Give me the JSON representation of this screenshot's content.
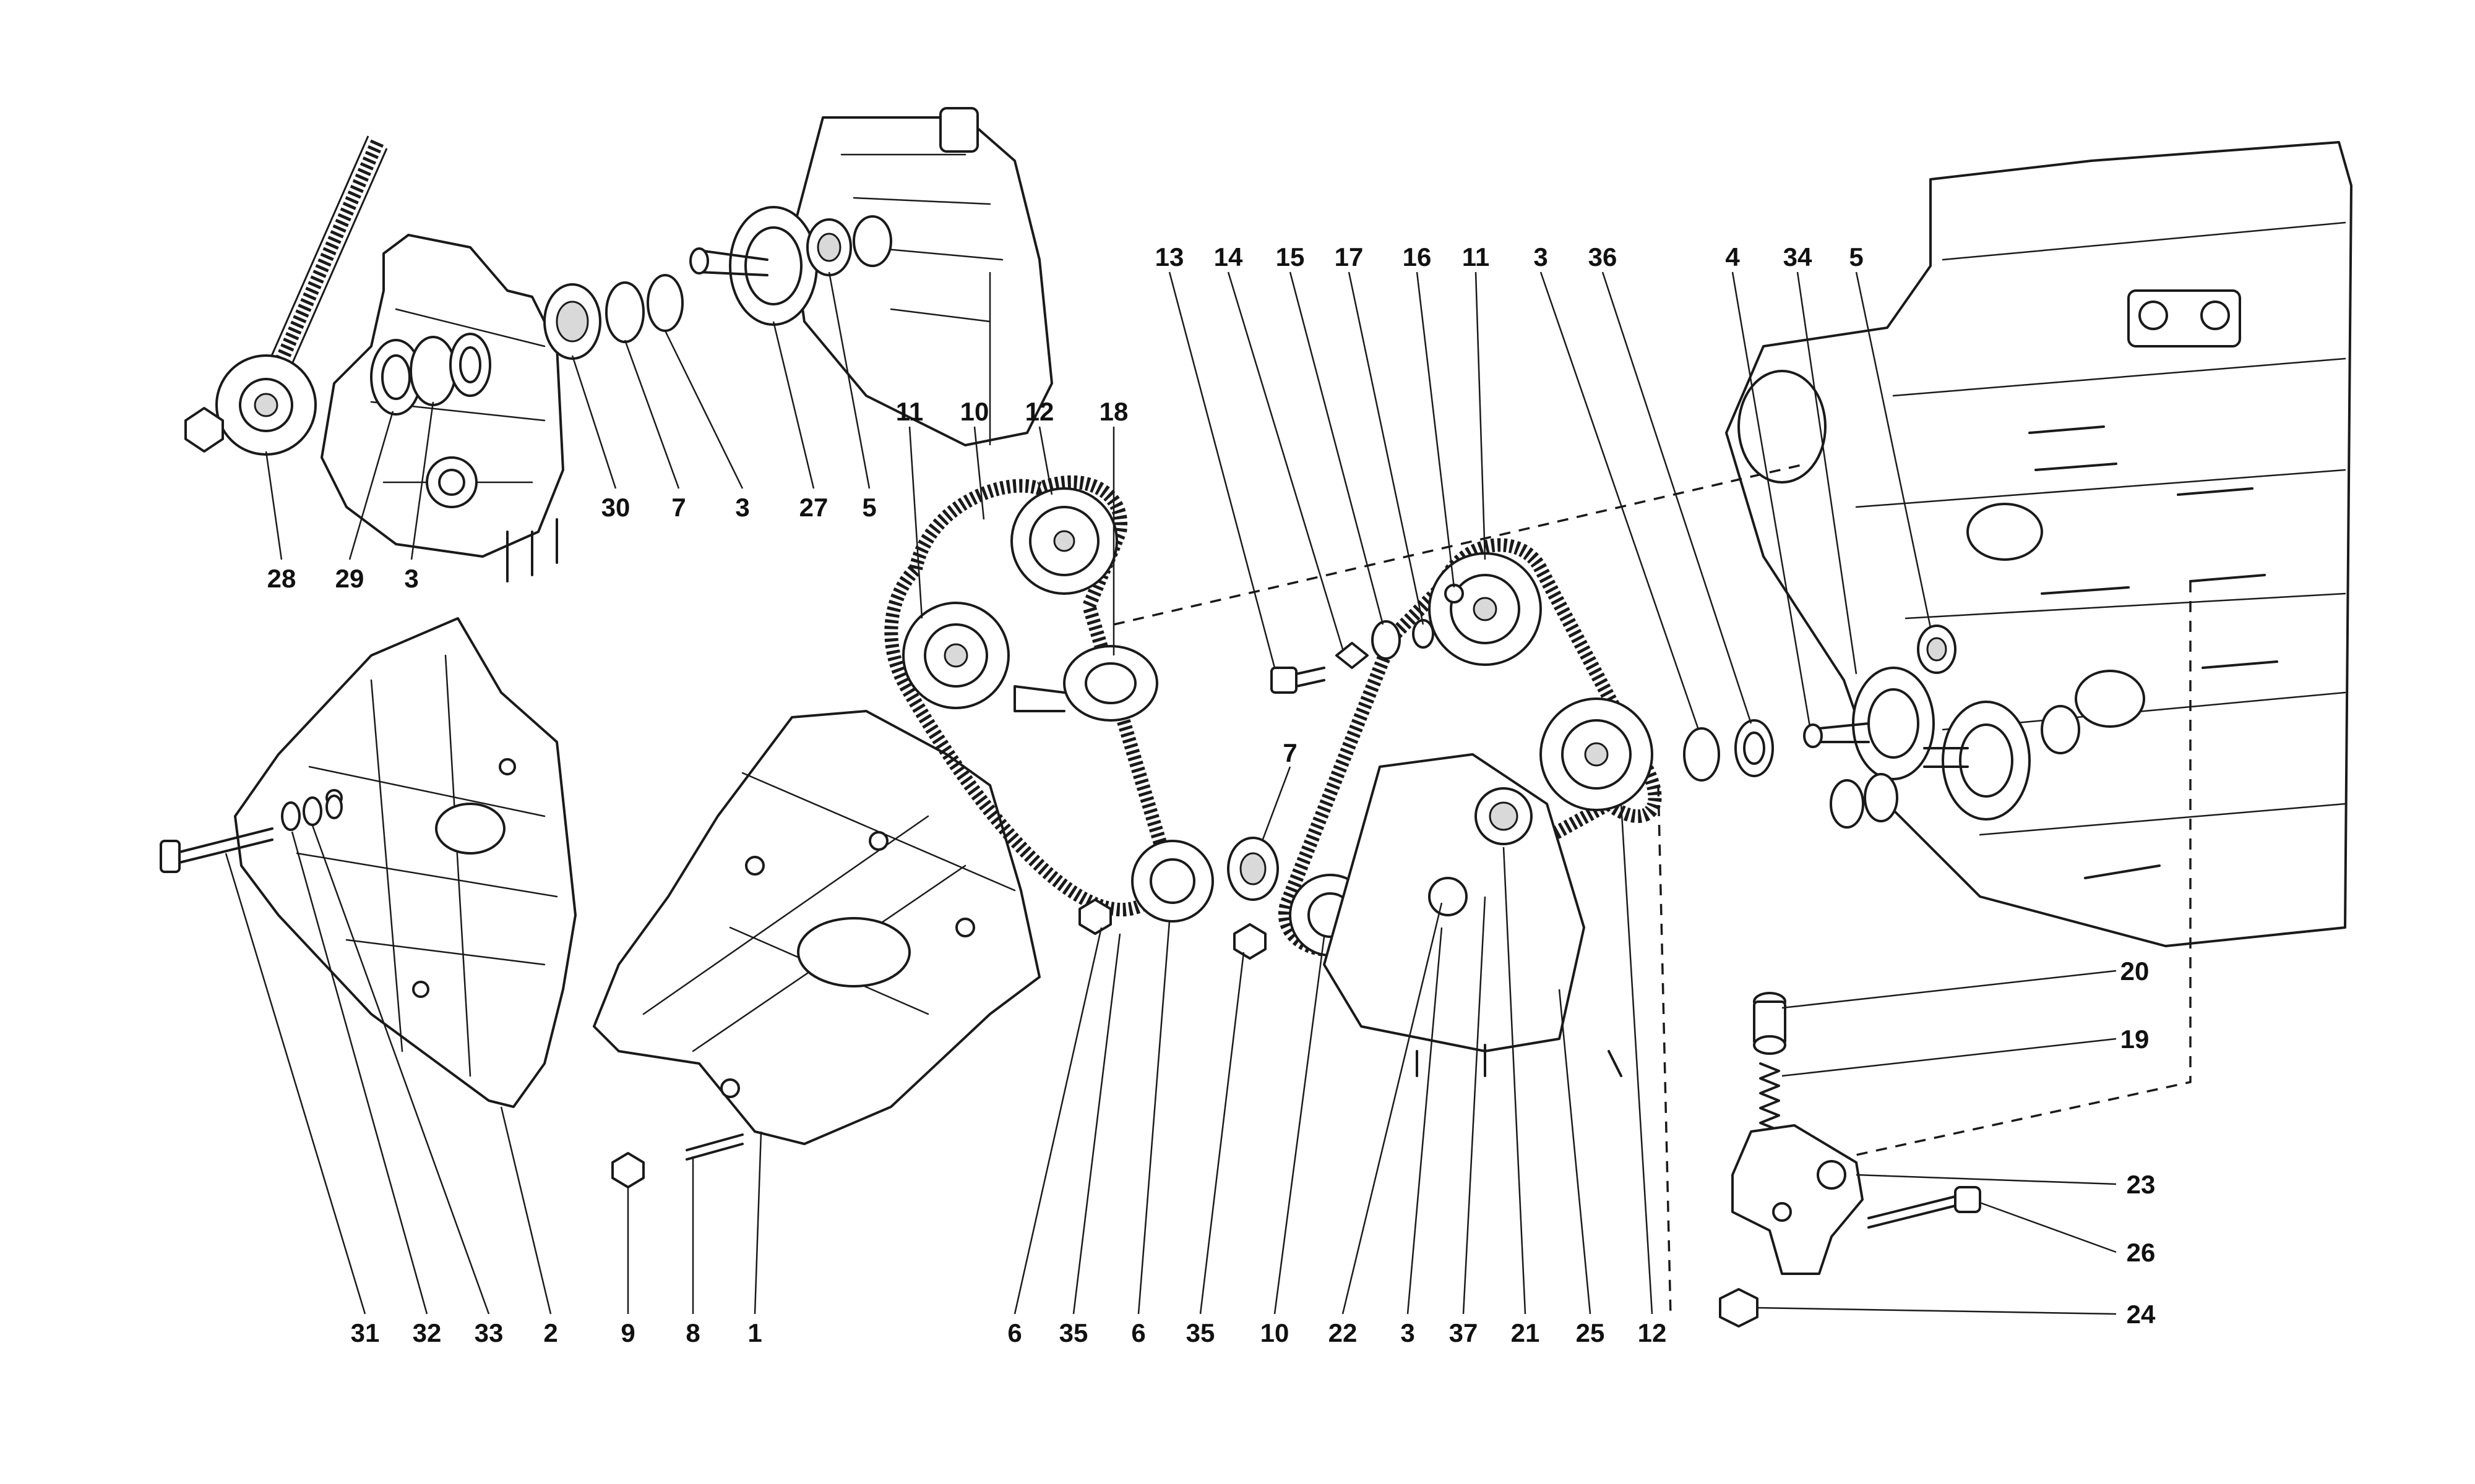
{
  "callouts": {
    "c28": "28",
    "c29": "29",
    "c3a": "3",
    "c30": "30",
    "c7a": "7",
    "c3b": "3",
    "c27": "27",
    "c5a": "5",
    "c11a": "11",
    "c10a": "10",
    "c12a": "12",
    "c18": "18",
    "c13": "13",
    "c14": "14",
    "c15": "15",
    "c17": "17",
    "c16": "16",
    "c11b": "11",
    "c3c": "3",
    "c36": "36",
    "c4": "4",
    "c34": "34",
    "c5b": "5",
    "c7b": "7",
    "c20": "20",
    "c19": "19",
    "c23": "23",
    "c26": "26",
    "c24": "24",
    "b31": "31",
    "b32": "32",
    "b33": "33",
    "b2": "2",
    "b9": "9",
    "b8": "8",
    "b1": "1",
    "b6a": "6",
    "b35a": "35",
    "b6b": "6",
    "b35b": "35",
    "b10": "10",
    "b22": "22",
    "b3": "3",
    "b37": "37",
    "b21": "21",
    "b25": "25",
    "b12": "12"
  }
}
